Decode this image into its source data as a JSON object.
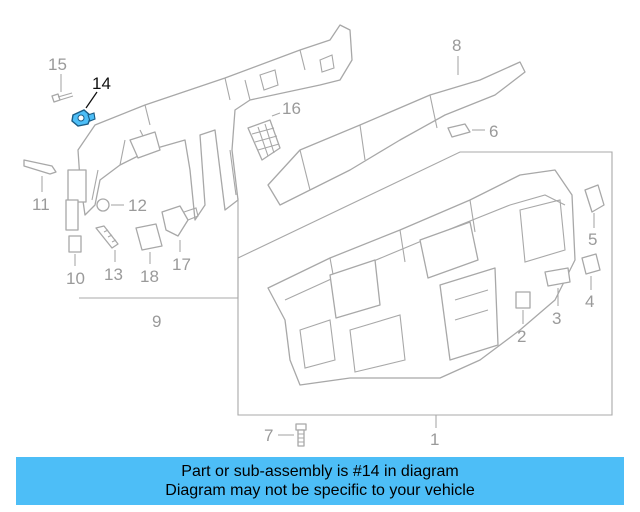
{
  "callouts": {
    "p1": "1",
    "p2": "2",
    "p3": "3",
    "p4": "4",
    "p5": "5",
    "p6": "6",
    "p7": "7",
    "p8": "8",
    "p9": "9",
    "p10": "10",
    "p11": "11",
    "p12": "12",
    "p13": "13",
    "p14": "14",
    "p15": "15",
    "p16": "16",
    "p17": "17",
    "p18": "18"
  },
  "highlight_part": "14",
  "highlight_color": "#4dbef7",
  "banner": {
    "line1": "Part or sub-assembly is #14 in diagram",
    "line2": "Diagram may not be specific to your vehicle",
    "background": "#4dbef7"
  }
}
